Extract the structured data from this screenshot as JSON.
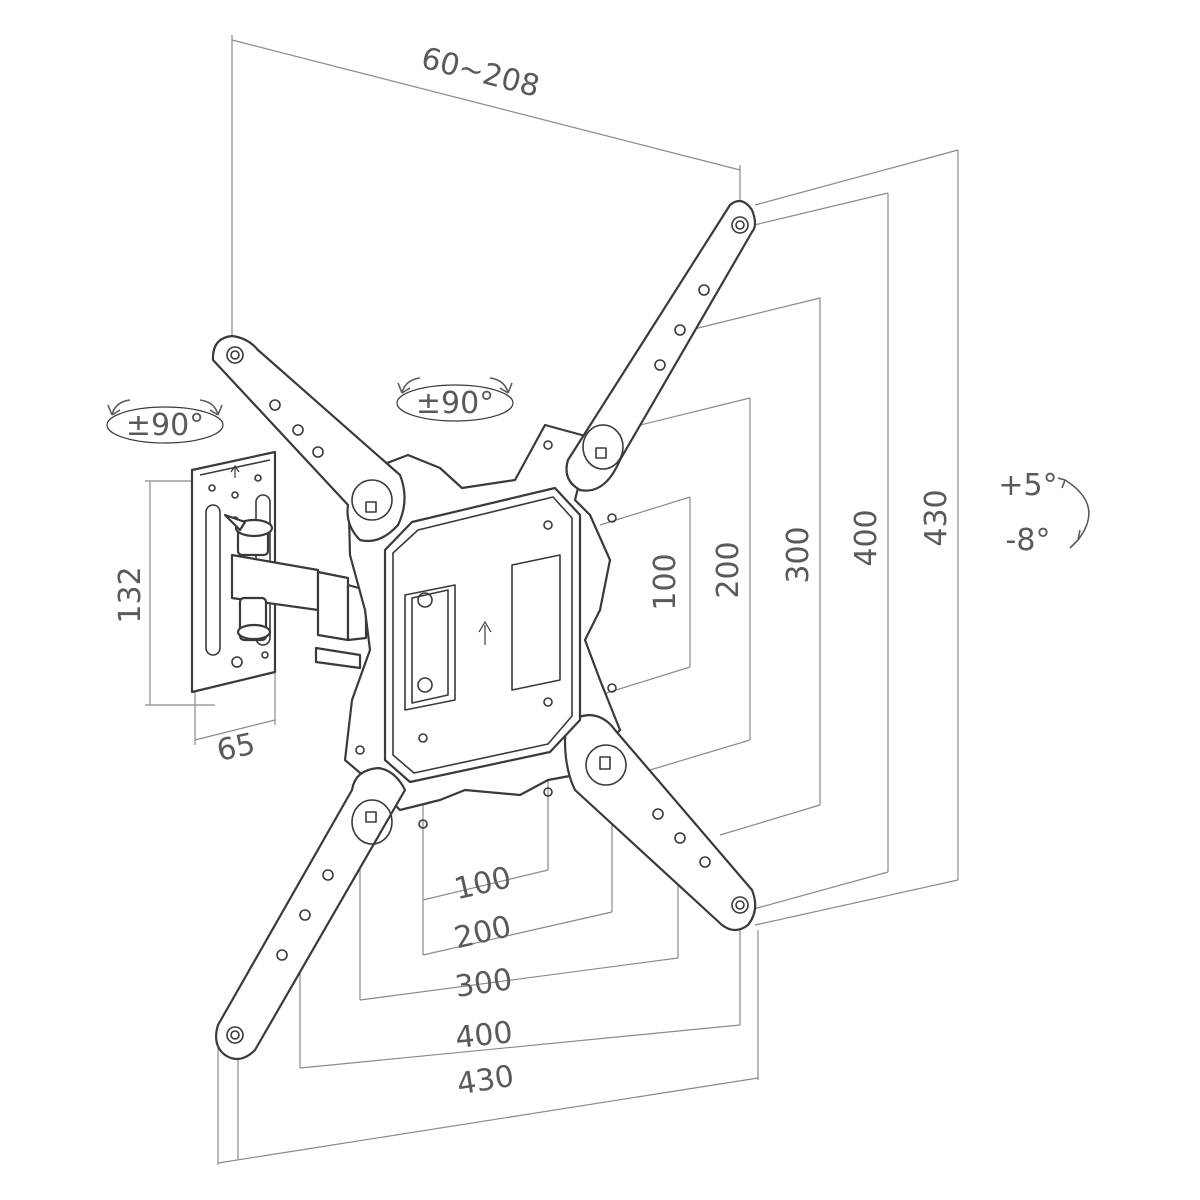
{
  "drawing": {
    "top_width": "60~208",
    "vertical_dims": [
      "100",
      "200",
      "300",
      "400",
      "430"
    ],
    "horizontal_dims": [
      "100",
      "200",
      "300",
      "400",
      "430"
    ],
    "wallplate_height": "132",
    "wallplate_width": "65",
    "swivel_left": "±90°",
    "swivel_center": "±90°",
    "tilt_up": "+5°",
    "tilt_down": "-8°"
  }
}
